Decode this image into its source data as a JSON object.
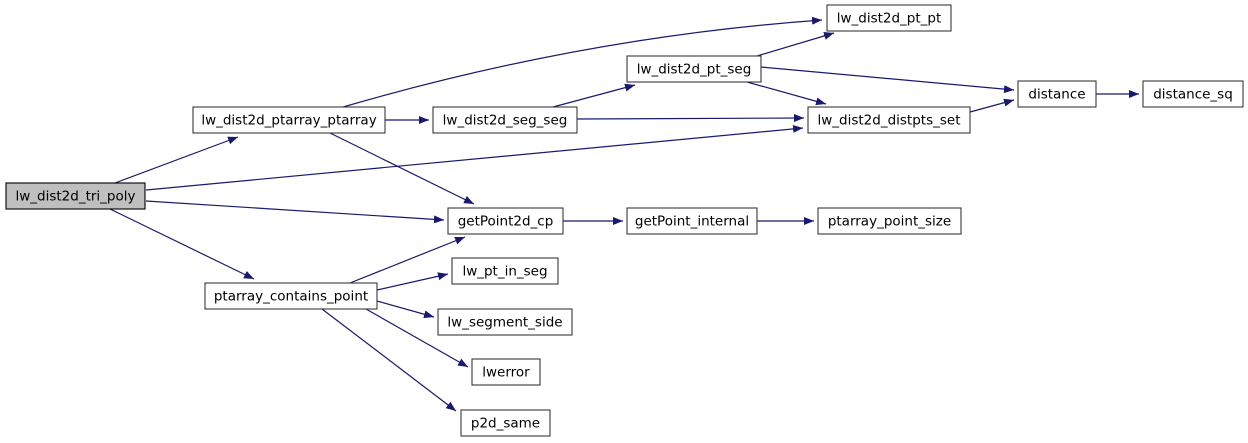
{
  "diagram": {
    "kind": "doxygen-call-graph",
    "background_color": "#ffffff",
    "edge_color": "#191970",
    "node_fill_color": "#ffffff",
    "node_border_color": "#3a3a3a",
    "highlighted_node_fill_color": "#bfbfbf",
    "highlighted_node_border_color": "#000000",
    "text_color": "#000000"
  },
  "nodes": [
    {
      "id": "lw_dist2d_tri_poly",
      "label": "lw_dist2d_tri_poly",
      "highlighted": true
    },
    {
      "id": "lw_dist2d_ptarray_ptarray",
      "label": "lw_dist2d_ptarray_ptarray",
      "highlighted": false
    },
    {
      "id": "lw_dist2d_pt_pt",
      "label": "lw_dist2d_pt_pt",
      "highlighted": false
    },
    {
      "id": "lw_dist2d_pt_seg",
      "label": "lw_dist2d_pt_seg",
      "highlighted": false
    },
    {
      "id": "lw_dist2d_seg_seg",
      "label": "lw_dist2d_seg_seg",
      "highlighted": false
    },
    {
      "id": "lw_dist2d_distpts_set",
      "label": "lw_dist2d_distpts_set",
      "highlighted": false
    },
    {
      "id": "distance",
      "label": "distance",
      "highlighted": false
    },
    {
      "id": "distance_sq",
      "label": "distance_sq",
      "highlighted": false
    },
    {
      "id": "getPoint2d_cp",
      "label": "getPoint2d_cp",
      "highlighted": false
    },
    {
      "id": "getPoint_internal",
      "label": "getPoint_internal",
      "highlighted": false
    },
    {
      "id": "ptarray_point_size",
      "label": "ptarray_point_size",
      "highlighted": false
    },
    {
      "id": "ptarray_contains_point",
      "label": "ptarray_contains_point",
      "highlighted": false
    },
    {
      "id": "lw_pt_in_seg",
      "label": "lw_pt_in_seg",
      "highlighted": false
    },
    {
      "id": "lw_segment_side",
      "label": "lw_segment_side",
      "highlighted": false
    },
    {
      "id": "lwerror",
      "label": "lwerror",
      "highlighted": false
    },
    {
      "id": "p2d_same",
      "label": "p2d_same",
      "highlighted": false
    }
  ],
  "edges": [
    {
      "from": "lw_dist2d_tri_poly",
      "to": "lw_dist2d_ptarray_ptarray"
    },
    {
      "from": "lw_dist2d_tri_poly",
      "to": "lw_dist2d_distpts_set"
    },
    {
      "from": "lw_dist2d_tri_poly",
      "to": "getPoint2d_cp"
    },
    {
      "from": "lw_dist2d_tri_poly",
      "to": "ptarray_contains_point"
    },
    {
      "from": "lw_dist2d_ptarray_ptarray",
      "to": "lw_dist2d_pt_pt"
    },
    {
      "from": "lw_dist2d_ptarray_ptarray",
      "to": "lw_dist2d_seg_seg"
    },
    {
      "from": "lw_dist2d_ptarray_ptarray",
      "to": "getPoint2d_cp"
    },
    {
      "from": "lw_dist2d_seg_seg",
      "to": "lw_dist2d_pt_seg"
    },
    {
      "from": "lw_dist2d_seg_seg",
      "to": "lw_dist2d_distpts_set"
    },
    {
      "from": "lw_dist2d_pt_seg",
      "to": "lw_dist2d_pt_pt"
    },
    {
      "from": "lw_dist2d_pt_seg",
      "to": "distance"
    },
    {
      "from": "lw_dist2d_pt_seg",
      "to": "lw_dist2d_distpts_set"
    },
    {
      "from": "lw_dist2d_distpts_set",
      "to": "distance"
    },
    {
      "from": "distance",
      "to": "distance_sq"
    },
    {
      "from": "getPoint2d_cp",
      "to": "getPoint_internal"
    },
    {
      "from": "getPoint_internal",
      "to": "ptarray_point_size"
    },
    {
      "from": "ptarray_contains_point",
      "to": "getPoint2d_cp"
    },
    {
      "from": "ptarray_contains_point",
      "to": "lw_pt_in_seg"
    },
    {
      "from": "ptarray_contains_point",
      "to": "lw_segment_side"
    },
    {
      "from": "ptarray_contains_point",
      "to": "lwerror"
    },
    {
      "from": "ptarray_contains_point",
      "to": "p2d_same"
    }
  ]
}
